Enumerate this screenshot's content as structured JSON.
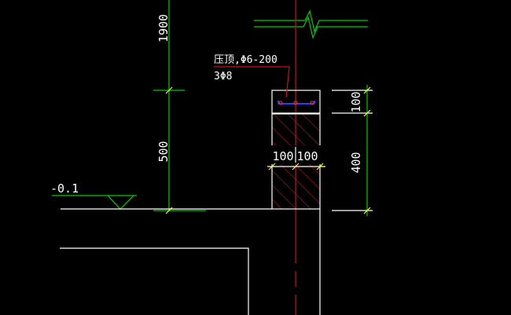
{
  "colors": {
    "background": "#000000",
    "wall": "#ffffff",
    "dimension": "#00cc00",
    "centerline": "#cc1111",
    "beam_hatch": "#cc1111",
    "dim_text": "#ffffff",
    "tick": "#ffff00",
    "rebar": "#3333ff",
    "rebar_dot": "#ff3333"
  },
  "labels": {
    "dim_1900": "1900",
    "dim_500": "500",
    "elevation": "-0.1",
    "rebar_spec_top": "压顶,Φ6-200",
    "rebar_spec_bottom": "3Φ8",
    "dim_100_top": "100",
    "dim_400": "400",
    "dim_100_left": "100",
    "dim_100_right": "100"
  }
}
